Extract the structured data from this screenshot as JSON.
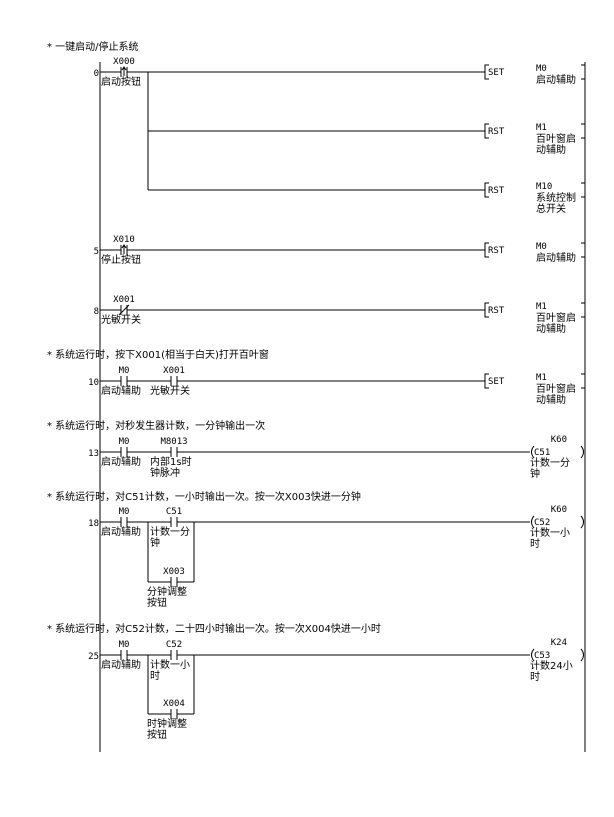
{
  "colors": {
    "line": "#000000",
    "text": "#000000",
    "background": "#ffffff"
  },
  "rungs": [
    {
      "id": "r0",
      "comment": "* 一键启动/停止系统",
      "step": "0",
      "contacts": [
        {
          "addr": "X000",
          "type": "rising-edge",
          "label": [
            "启动按钮"
          ]
        }
      ],
      "outputs": [
        {
          "kind": "RST",
          "op": "SET",
          "addr": "M0",
          "label": [
            "启动辅助"
          ]
        },
        {
          "kind": "RST",
          "op": "RST",
          "addr": "M1",
          "label": [
            "百叶窗启",
            "动辅助"
          ]
        },
        {
          "kind": "RST",
          "op": "RST",
          "addr": "M10",
          "label": [
            "系统控制",
            "总开关"
          ]
        }
      ]
    },
    {
      "id": "r5",
      "comment": "",
      "step": "5",
      "contacts": [
        {
          "addr": "X010",
          "type": "rising-edge",
          "label": [
            "停止按钮"
          ]
        }
      ],
      "outputs": [
        {
          "kind": "RST",
          "op": "RST",
          "addr": "M0",
          "label": [
            "启动辅助"
          ]
        }
      ]
    },
    {
      "id": "r8",
      "comment": "",
      "step": "8",
      "contacts": [
        {
          "addr": "X001",
          "type": "nc",
          "label": [
            "光敏开关"
          ]
        }
      ],
      "outputs": [
        {
          "kind": "RST",
          "op": "RST",
          "addr": "M1",
          "label": [
            "百叶窗启",
            "动辅助"
          ]
        }
      ]
    },
    {
      "id": "r10",
      "comment": "* 系统运行时，按下X001(相当于白天)打开百叶窗",
      "step": "10",
      "contacts": [
        {
          "addr": "M0",
          "type": "no",
          "label": [
            "启动辅助"
          ]
        },
        {
          "addr": "X001",
          "type": "no",
          "label": [
            "光敏开关"
          ]
        }
      ],
      "outputs": [
        {
          "kind": "RST",
          "op": "SET",
          "addr": "M1",
          "label": [
            "百叶窗启",
            "动辅助"
          ]
        }
      ]
    },
    {
      "id": "r13",
      "comment": "* 系统运行时，对秒发生器计数，一分钟输出一次",
      "step": "13",
      "contacts": [
        {
          "addr": "M0",
          "type": "no",
          "label": [
            "启动辅助"
          ]
        },
        {
          "addr": "M8013",
          "type": "no",
          "label": [
            "内部1s时",
            "钟脉冲"
          ]
        }
      ],
      "outputs": [
        {
          "kind": "COIL",
          "k": "K60",
          "addr": "C51",
          "label": [
            "计数一分",
            "钟"
          ]
        }
      ]
    },
    {
      "id": "r18",
      "comment": "* 系统运行时，对C51计数，一小时输出一次。按一次X003快进一分钟",
      "step": "18",
      "contacts": [
        {
          "addr": "M0",
          "type": "no",
          "label": [
            "启动辅助"
          ]
        },
        {
          "addr": "C51",
          "type": "no",
          "label": [
            "计数一分",
            "钟"
          ]
        }
      ],
      "branch": {
        "addr": "X003",
        "type": "no",
        "label": [
          "分钟调整",
          "按钮"
        ]
      },
      "outputs": [
        {
          "kind": "COIL",
          "k": "K60",
          "addr": "C52",
          "label": [
            "计数一小",
            "时"
          ]
        }
      ]
    },
    {
      "id": "r25",
      "comment": "* 系统运行时，对C52计数，二十四小时输出一次。按一次X004快进一小时",
      "step": "25",
      "contacts": [
        {
          "addr": "M0",
          "type": "no",
          "label": [
            "启动辅助"
          ]
        },
        {
          "addr": "C52",
          "type": "no",
          "label": [
            "计数一小",
            "时"
          ]
        }
      ],
      "branch": {
        "addr": "X004",
        "type": "no",
        "label": [
          "时钟调整",
          "按钮"
        ]
      },
      "outputs": [
        {
          "kind": "COIL",
          "k": "K24",
          "addr": "C53",
          "label": [
            "计数24小",
            "时"
          ]
        }
      ]
    }
  ]
}
